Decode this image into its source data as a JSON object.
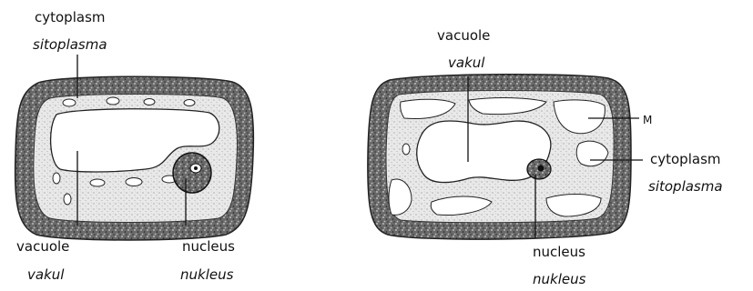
{
  "left_cell": {
    "cytoplasm": {
      "en": "cytoplasm",
      "ms": "sitoplasma"
    },
    "vacuole": {
      "en": "vacuole",
      "ms": "vakul"
    },
    "nucleus": {
      "en": "nucleus",
      "ms": "nukleus"
    }
  },
  "right_cell": {
    "vacuole": {
      "en": "vacuole",
      "ms": "vakul"
    },
    "m_label": "M",
    "cytoplasm": {
      "en": "cytoplasm",
      "ms": "sitoplasma"
    },
    "nucleus": {
      "en": "nucleus",
      "ms": "nukleus"
    }
  }
}
